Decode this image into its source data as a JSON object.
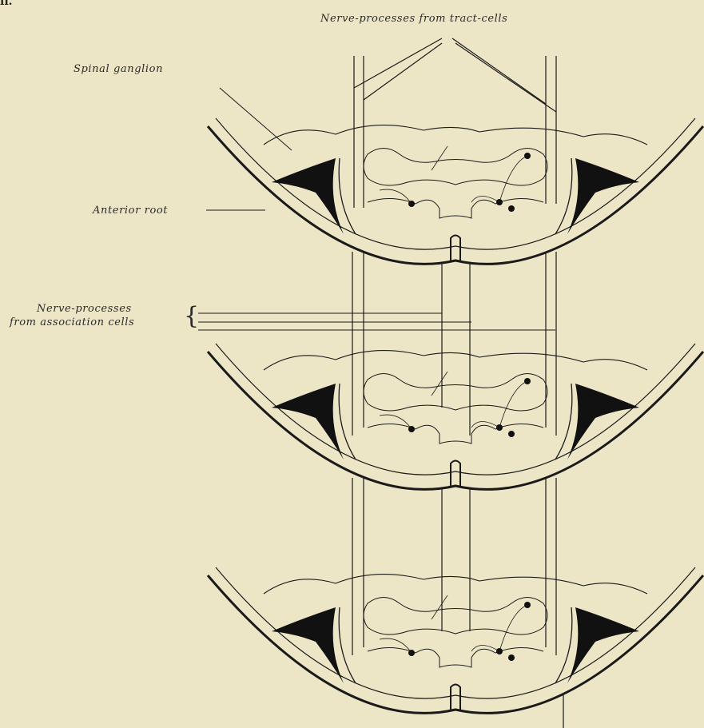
{
  "figure": {
    "corner_fragment": "ıı.",
    "labels": {
      "tract_cells": "Nerve-processes from tract-cells",
      "spinal_ganglion": "Spinal ganglion",
      "anterior_root": "Anterior root",
      "association_line1": "Nerve-processes",
      "association_line2": "from association cells",
      "brace": "{"
    },
    "colors": {
      "background": "#ede6c6",
      "ink": "#1a1a1a"
    }
  }
}
